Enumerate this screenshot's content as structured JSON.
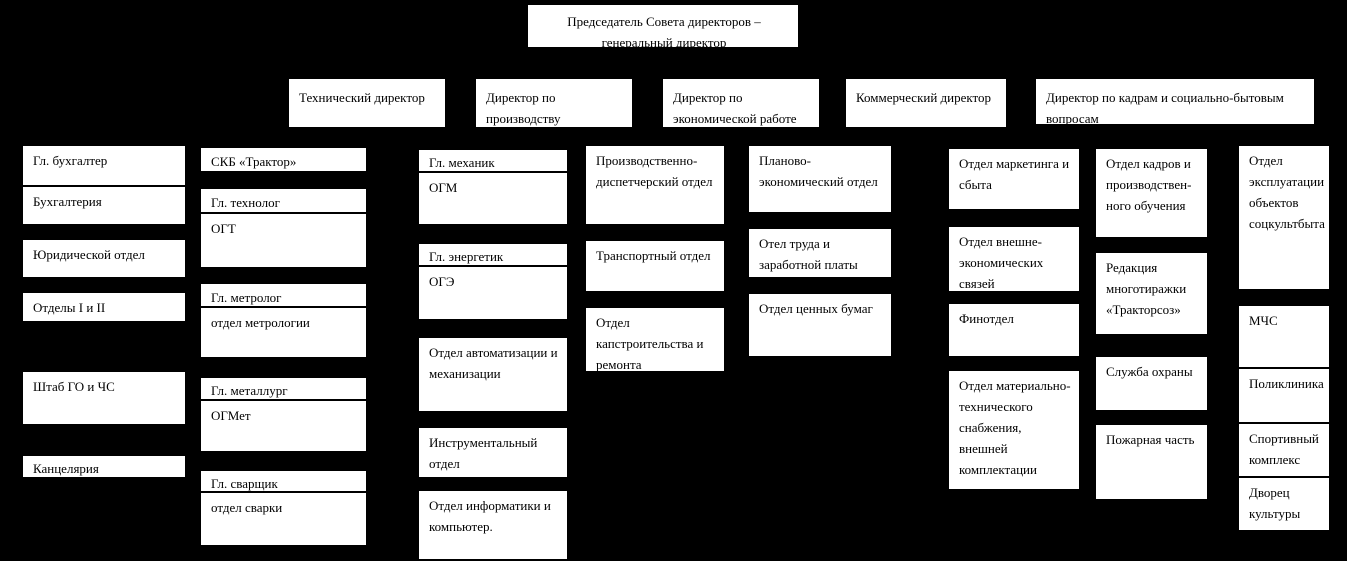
{
  "colors": {
    "background": "#000000",
    "box_fill": "#ffffff",
    "box_border": "#000000",
    "text": "#000000"
  },
  "root_box": {
    "label": "Председатель Совета директоров  –\nгенеральный директор"
  },
  "directors": [
    {
      "id": "technical",
      "label": "Технический  директор"
    },
    {
      "id": "production",
      "label": "Директор по\nпроизводству"
    },
    {
      "id": "economics",
      "label": "Директор по\nэкономической работе"
    },
    {
      "id": "commercial",
      "label": "Коммерческий директор"
    },
    {
      "id": "hr-social",
      "label": "Директор по кадрам и социально-бытовым\nвопросам"
    }
  ],
  "columns": [
    {
      "boxes": [
        {
          "cells": [
            "Гл. бухгалтер",
            "Бухгалтерия"
          ]
        },
        {
          "cells": [
            "Юридической отдел"
          ]
        },
        {
          "cells": [
            "Отделы  I  и  II"
          ]
        },
        {
          "cells": [
            "Штаб ГО и ЧС"
          ]
        },
        {
          "cells": [
            "Канцелярия"
          ]
        }
      ]
    },
    {
      "boxes": [
        {
          "cells": [
            "СКБ  «Трактор»"
          ]
        },
        {
          "cells": [
            "Гл. технолог",
            "ОГТ"
          ]
        },
        {
          "cells": [
            "Гл. метролог",
            "отдел метрологии"
          ]
        },
        {
          "cells": [
            "Гл. металлург",
            "ОГМет"
          ]
        },
        {
          "cells": [
            "Гл. сварщик",
            "отдел сварки"
          ]
        }
      ]
    },
    {
      "boxes": [
        {
          "cells": [
            "Гл.  механик",
            "ОГМ"
          ]
        },
        {
          "cells": [
            "Гл.  энергетик",
            "ОГЭ"
          ]
        },
        {
          "cells": [
            "Отдел автоматизации и\nмеханизации"
          ]
        },
        {
          "cells": [
            "Инструментальный\nотдел"
          ]
        },
        {
          "cells": [
            "Отдел информатики и\nкомпьютер."
          ]
        }
      ]
    },
    {
      "boxes": [
        {
          "cells": [
            "Производственно-\nдиспетчерский отдел"
          ]
        },
        {
          "cells": [
            "Транспортный отдел"
          ]
        },
        {
          "cells": [
            "Отдел\nкапстроительства и\nремонта"
          ]
        }
      ]
    },
    {
      "boxes": [
        {
          "cells": [
            "Планово-\nэкономический отдел"
          ]
        },
        {
          "cells": [
            "Отел труда и\nзаработной платы"
          ]
        },
        {
          "cells": [
            "Отдел ценных бумаг"
          ]
        }
      ]
    },
    {
      "boxes": [
        {
          "cells": [
            "Отдел маркетинга и\nсбыта"
          ]
        },
        {
          "cells": [
            "Отдел внешне-\nэкономических\nсвязей"
          ]
        },
        {
          "cells": [
            "Финотдел"
          ]
        },
        {
          "cells": [
            "Отдел материально-\nтехнического\nснабжения,\nвнешней\nкомплектации"
          ]
        }
      ]
    },
    {
      "boxes": [
        {
          "cells": [
            "Отдел кадров и\nпроизводствен-\nного обучения"
          ]
        },
        {
          "cells": [
            "Редакция\nмноготиражки\n«Тракторсоз»"
          ]
        },
        {
          "cells": [
            "Служба охраны"
          ]
        },
        {
          "cells": [
            "Пожарная часть"
          ]
        }
      ]
    },
    {
      "boxes": [
        {
          "cells": [
            "Отдел\nэксплуатации\nобъектов\nсоцкультбыта"
          ]
        },
        {
          "cells": [
            "МЧС",
            "Поликлиника",
            "Спортивный\nкомплекс",
            "Дворец\nкультуры"
          ]
        }
      ]
    }
  ]
}
